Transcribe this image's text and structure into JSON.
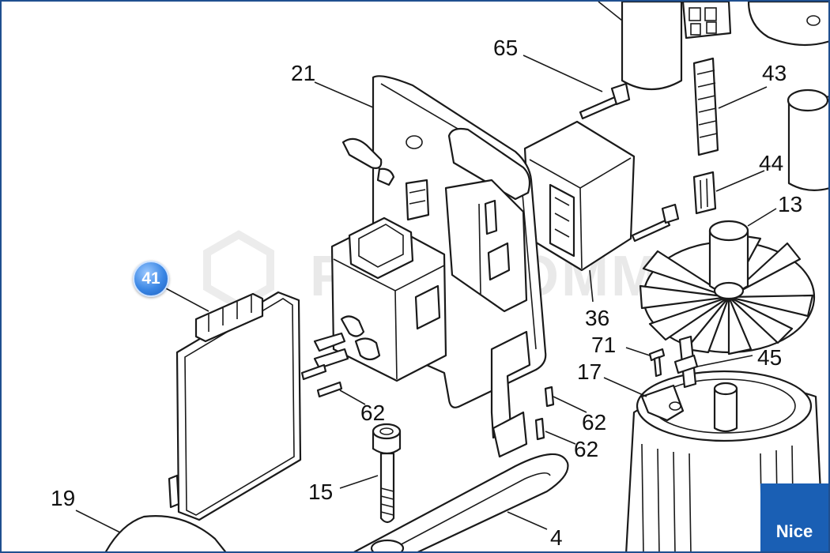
{
  "watermark": "PLUSCOMM",
  "brand": "Nice",
  "highlighted_part": "41",
  "part_labels": [
    "21",
    "65",
    "43",
    "44",
    "13",
    "36",
    "71",
    "45",
    "17",
    "62",
    "62",
    "62",
    "15",
    "19",
    "4"
  ],
  "colors": {
    "accent": "#1a5fb4",
    "badge": "#3a86e4",
    "border": "#1f4f8f"
  }
}
